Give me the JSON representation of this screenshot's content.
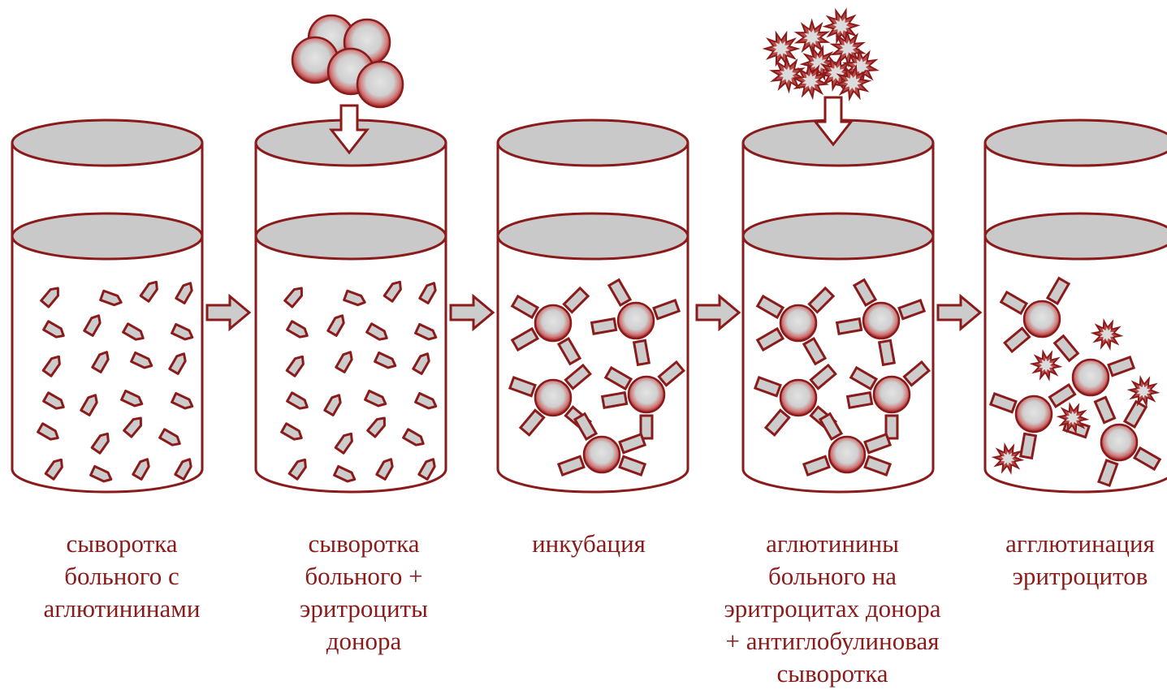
{
  "colors": {
    "outline": "#8b1a1a",
    "fill_gray": "#cccccc",
    "cell_rim": "#b02a2a",
    "text": "#8b1a1a",
    "background": "#ffffff"
  },
  "steps": [
    {
      "caption": [
        "сыворотка",
        "больного с",
        "аглютининами"
      ],
      "content": "antibodies",
      "incoming": "none"
    },
    {
      "caption": [
        "сыворотка",
        "больного +",
        "эритроциты",
        "донора"
      ],
      "content": "antibodies",
      "incoming": "erythrocytes"
    },
    {
      "caption": [
        "инкубация"
      ],
      "content": "coated-cells",
      "incoming": "none"
    },
    {
      "caption": [
        "аглютинины",
        "больного на",
        "эритроцитах донора",
        "+ антиглобулиновая",
        "сыворотка"
      ],
      "content": "coated-cells",
      "incoming": "antiglobulin"
    },
    {
      "caption": [
        "агглютинация",
        "эритроцитов"
      ],
      "content": "agglutinate",
      "incoming": "none"
    }
  ]
}
